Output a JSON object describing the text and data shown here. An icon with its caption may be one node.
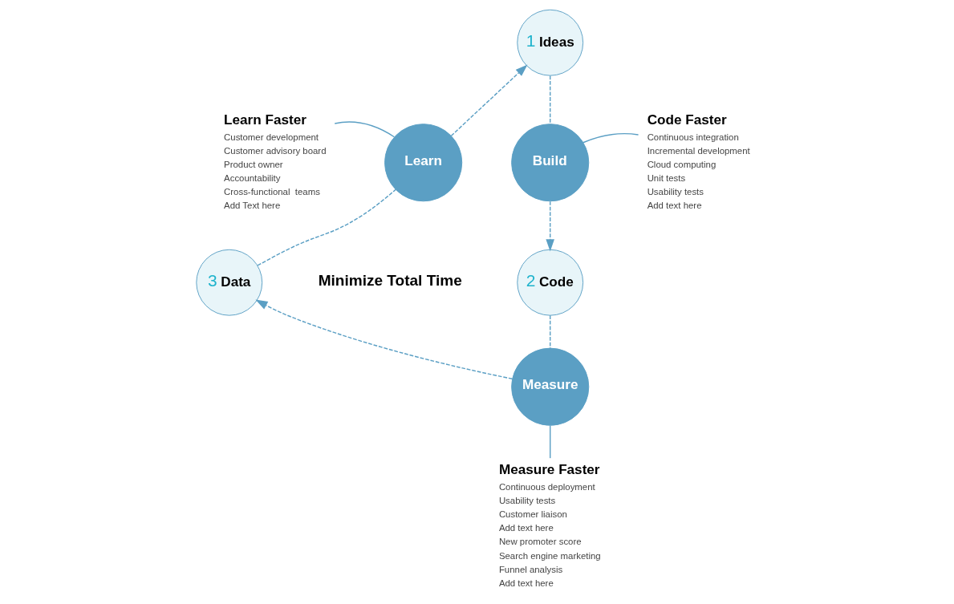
{
  "diagram": {
    "nodes": [
      {
        "text": [
          "1",
          "Ideas"
        ]
      },
      {
        "text": [
          "Learn Faster",
          "Customer development",
          "Customer advisory board",
          "Product owner",
          "Accountability",
          "Cross-functional  teams",
          "Add Text here"
        ]
      },
      {
        "text": [
          "Learn"
        ]
      },
      {
        "text": [
          "Build"
        ]
      },
      {
        "text": [
          "Code Faster",
          "Continuous integration",
          "Incremental development",
          "Cloud computing",
          "Unit tests",
          "Usability tests",
          "Add text here"
        ]
      },
      {
        "text": [
          "3",
          "Data"
        ]
      },
      {
        "text": [
          "2",
          "Code"
        ]
      },
      {
        "text": [
          "Measure"
        ]
      },
      {
        "text": [
          "Measure Faster",
          "Continuous deployment",
          "Usability tests",
          "Customer liaison",
          "Add text here",
          "New promoter score",
          "Search engine marketing",
          "Funnel analysis",
          "Add text here"
        ]
      }
    ],
    "edges": [
      {
        "from": 0,
        "to": 3,
        "arrow": "none",
        "style": "dashed"
      },
      {
        "from": 3,
        "to": 6,
        "arrow": "to",
        "style": "dashed"
      },
      {
        "from": 6,
        "to": 7,
        "arrow": "none",
        "style": "dashed"
      },
      {
        "from": 7,
        "to": 5,
        "arrow": "to",
        "style": "dashed"
      },
      {
        "from": 5,
        "to": 2,
        "arrow": "none",
        "style": "dashed"
      },
      {
        "from": 2,
        "to": 0,
        "arrow": "to",
        "style": "dashed"
      },
      {
        "from": 2,
        "to": 1,
        "arrow": "none"
      },
      {
        "from": 3,
        "to": 4,
        "arrow": "none"
      },
      {
        "from": 7,
        "to": 8,
        "arrow": "none"
      }
    ],
    "labels": [
      "Minimize Total Time"
    ]
  }
}
